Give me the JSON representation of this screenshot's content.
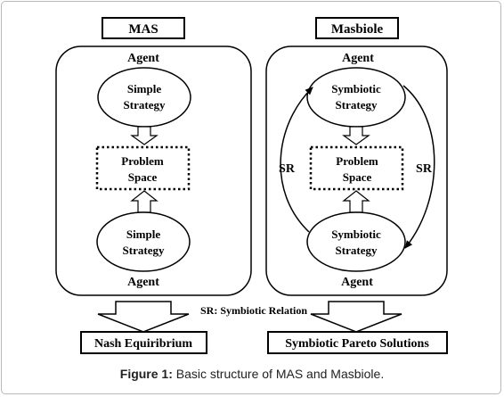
{
  "diagram": {
    "left_panel": {
      "title": "MAS",
      "agent_top": "Agent",
      "agent_bottom": "Agent",
      "strategy_top": [
        "Simple",
        "Strategy"
      ],
      "strategy_bottom": [
        "Simple",
        "Strategy"
      ],
      "problem_space": [
        "Problem",
        "Space"
      ],
      "result": "Nash Equiribrium"
    },
    "right_panel": {
      "title": "Masbiole",
      "agent_top": "Agent",
      "agent_bottom": "Agent",
      "strategy_top": [
        "Symbiotic",
        "Strategy"
      ],
      "strategy_bottom": [
        "Symbiotic",
        "Strategy"
      ],
      "problem_space": [
        "Problem",
        "Space"
      ],
      "relation_left": "SR",
      "relation_right": "SR",
      "result": "Symbiotic Pareto Solutions"
    },
    "legend": "SR: Symbiotic Relation"
  },
  "caption": {
    "label": "Figure 1:",
    "text": "Basic structure of MAS and Masbiole."
  }
}
